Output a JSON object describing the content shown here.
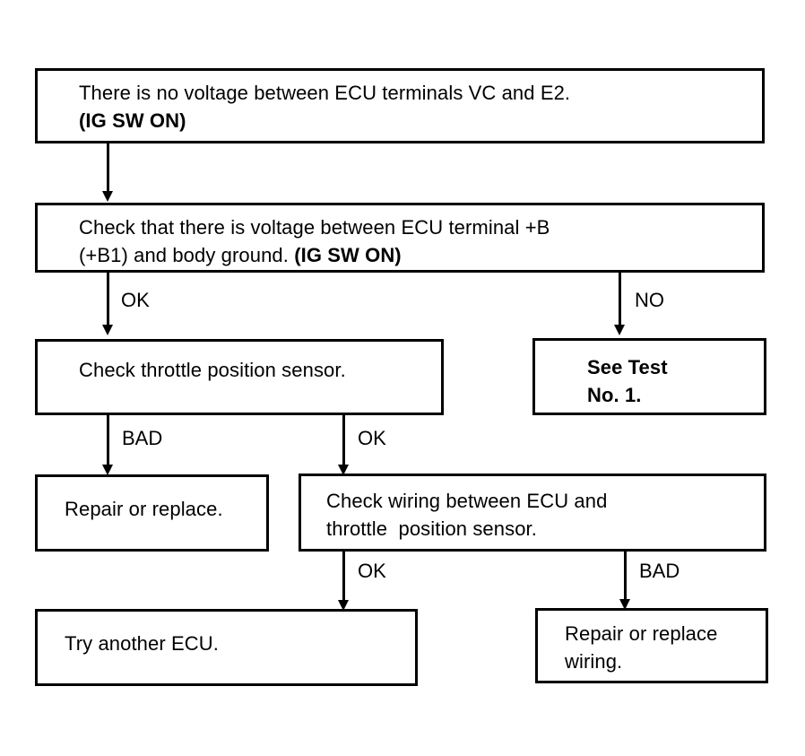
{
  "diagram": {
    "title": "ECU voltage diagnostic flowchart",
    "ink_color": "#000000",
    "background_color": "#ffffff",
    "nodes": [
      {
        "id": "n1",
        "name": "no-voltage-symptom",
        "line1": "There is no voltage between ECU terminals VC and E2.",
        "line2": "(IG SW ON)",
        "line2_bold": true
      },
      {
        "id": "n2",
        "name": "check-b-voltage",
        "line1": "Check that there is voltage between ECU terminal +B",
        "line2_plain": "(+B1) and body ground. ",
        "line2_bold_part": "(IG SW ON)"
      },
      {
        "id": "n3",
        "name": "check-throttle-position-sensor",
        "line1": "Check throttle position sensor."
      },
      {
        "id": "n4",
        "name": "see-test-no-1",
        "line1": "See Test",
        "line2": "No. 1."
      },
      {
        "id": "n5",
        "name": "repair-or-replace",
        "line1": "Repair or replace."
      },
      {
        "id": "n6",
        "name": "check-wiring",
        "line1": "Check wiring between ECU and",
        "line2": "throttle  position sensor."
      },
      {
        "id": "n7",
        "name": "try-another-ecu",
        "line1": "Try another ECU."
      },
      {
        "id": "n8",
        "name": "repair-or-replace-wiring",
        "line1": "Repair or replace",
        "line2": "wiring."
      }
    ],
    "edge_labels": {
      "n2_to_n3": "OK",
      "n2_to_n4": "NO",
      "n3_to_n5": "BAD",
      "n3_to_n6": "OK",
      "n6_to_n7": "OK",
      "n6_to_n8": "BAD"
    }
  }
}
